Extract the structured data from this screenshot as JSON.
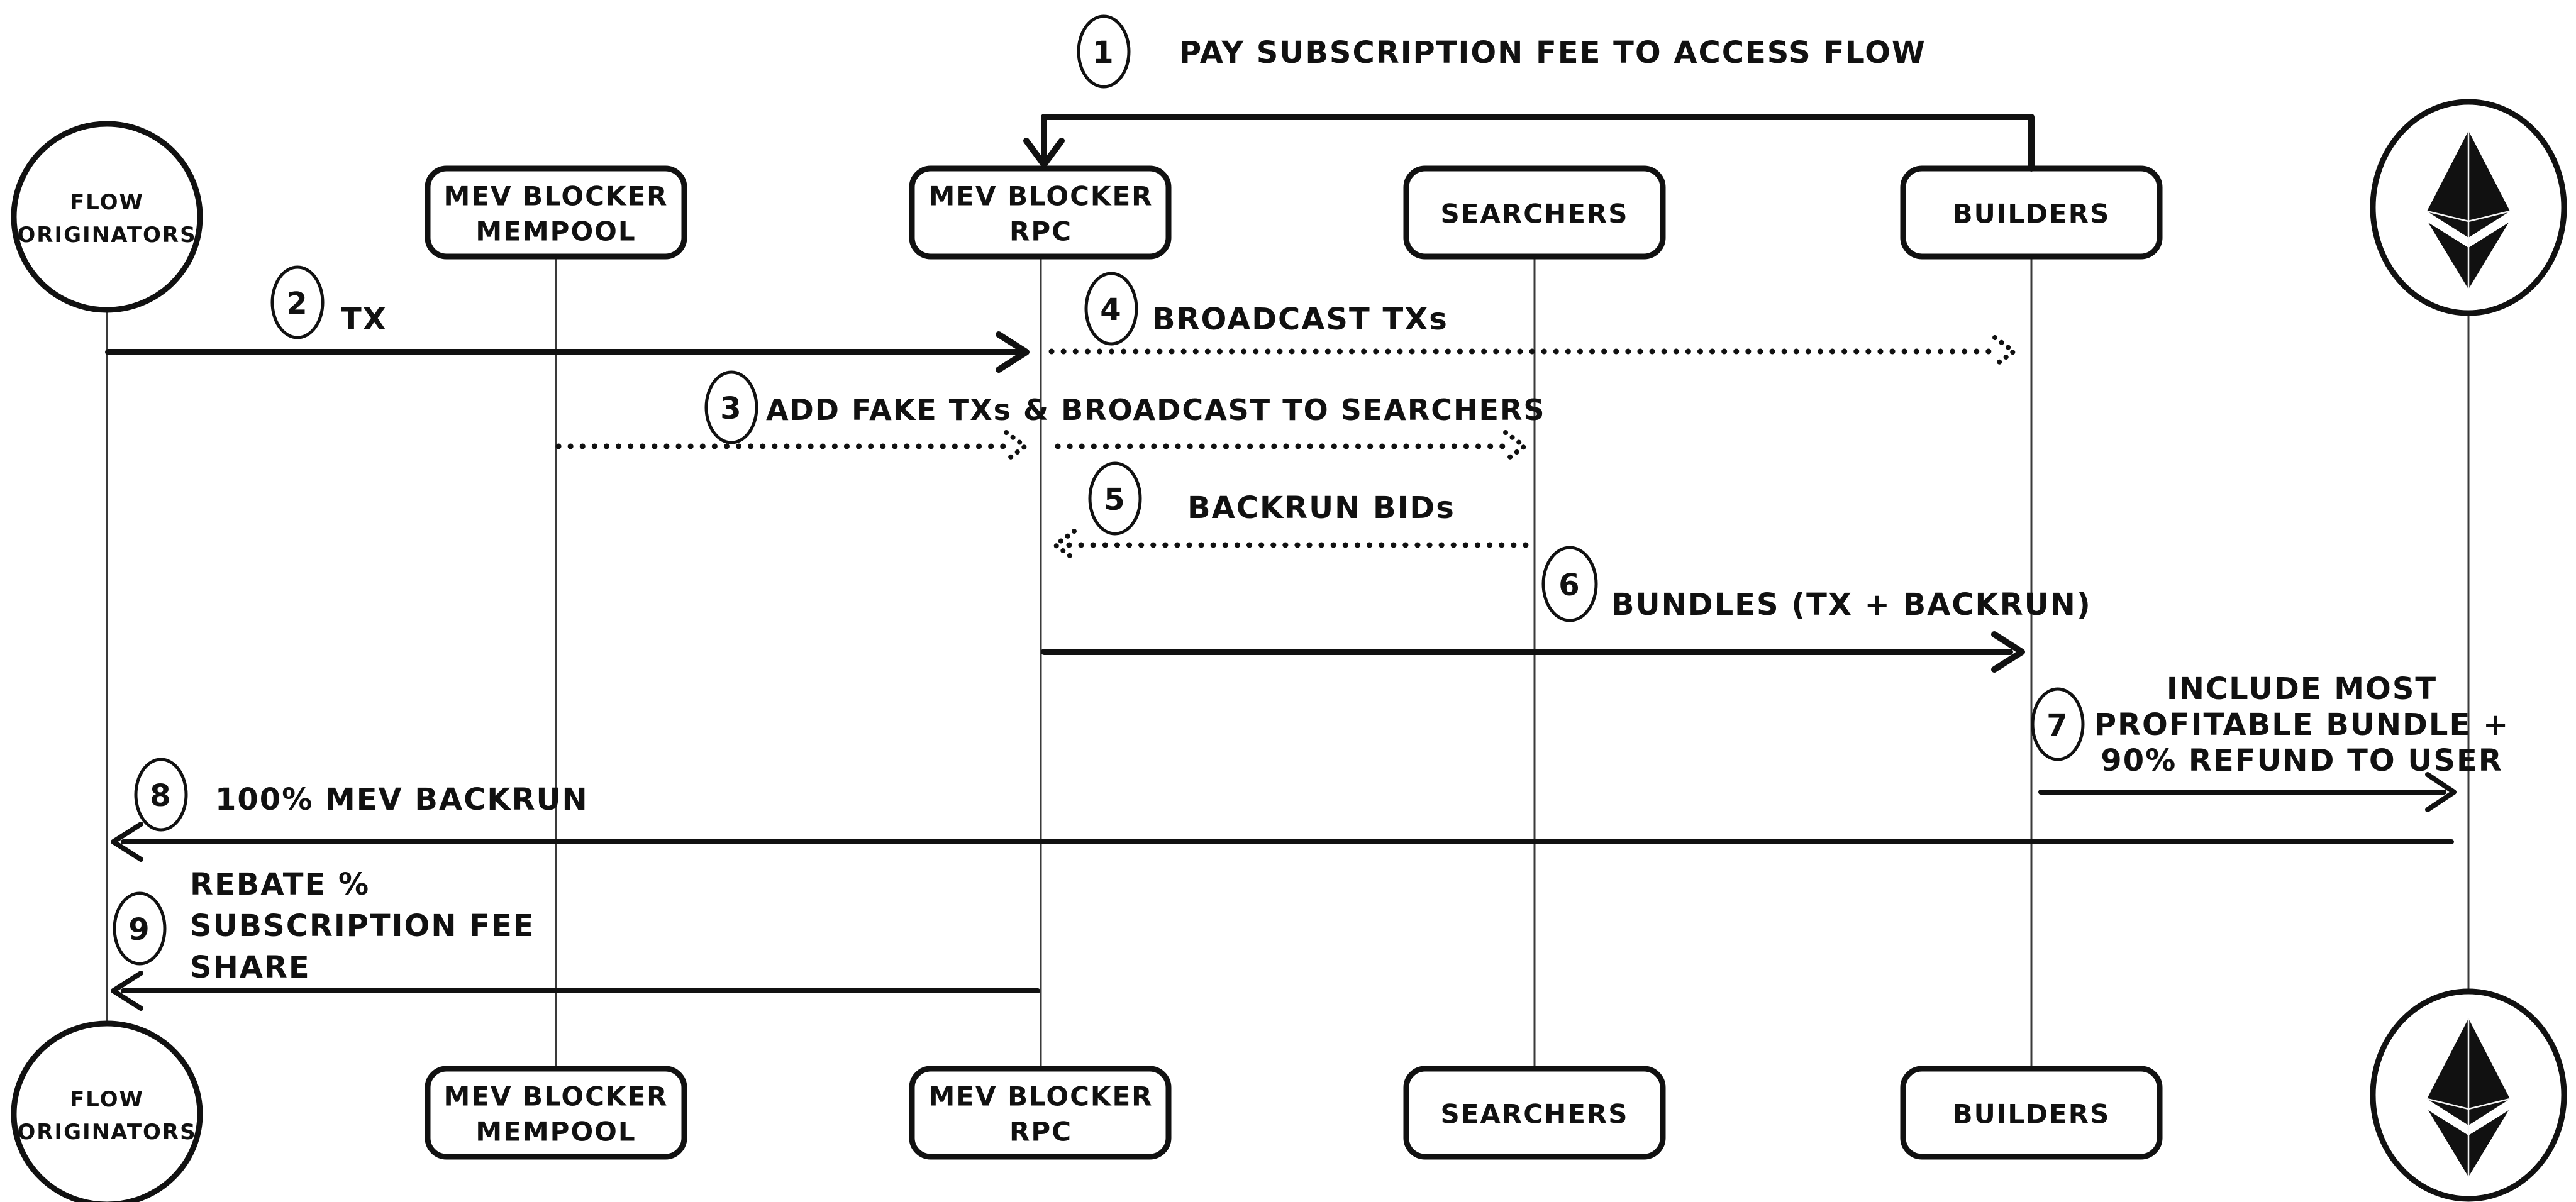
{
  "colors": {
    "ink": "#111111",
    "background": "#ffffff"
  },
  "actors": [
    {
      "id": "flow-originators",
      "shape": "circle",
      "lines": [
        "FLOW",
        "ORIGINATORS"
      ]
    },
    {
      "id": "mev-blocker-mempool",
      "shape": "rounded-rect",
      "lines": [
        "MEV BLOCKER",
        "MEMPOOL"
      ]
    },
    {
      "id": "mev-blocker-rpc",
      "shape": "rounded-rect",
      "lines": [
        "MEV BLOCKER",
        "RPC"
      ]
    },
    {
      "id": "searchers",
      "shape": "rounded-rect",
      "lines": [
        "SEARCHERS"
      ]
    },
    {
      "id": "builders",
      "shape": "rounded-rect",
      "lines": [
        "BUILDERS"
      ]
    },
    {
      "id": "ethereum",
      "shape": "ethereum-logo",
      "icon": "ethereum-logo"
    }
  ],
  "messages": [
    {
      "num": "1",
      "label": "PAY SUBSCRIPTION FEE TO ACCESS FLOW",
      "from": "builders",
      "to": "mev-blocker-rpc",
      "line": "solid"
    },
    {
      "num": "2",
      "label": "TX",
      "from": "flow-originators",
      "to": "mev-blocker-rpc",
      "line": "solid"
    },
    {
      "num": "3",
      "label": "ADD FAKE TXs & BROADCAST TO SEARCHERS",
      "from": "mev-blocker-mempool",
      "to": "searchers",
      "line": "dotted"
    },
    {
      "num": "4",
      "label": "BROADCAST TXs",
      "from": "mev-blocker-rpc",
      "to": "builders",
      "line": "dotted"
    },
    {
      "num": "5",
      "label": "BACKRUN BIDs",
      "from": "searchers",
      "to": "mev-blocker-rpc",
      "line": "dotted"
    },
    {
      "num": "6",
      "label": "BUNDLES (TX + BACKRUN)",
      "from": "mev-blocker-rpc",
      "to": "builders",
      "line": "solid"
    },
    {
      "num": "7",
      "label": "INCLUDE MOST PROFITABLE BUNDLE + 90% REFUND TO USER",
      "lines": [
        "INCLUDE MOST",
        "PROFITABLE BUNDLE +",
        "90% REFUND TO USER"
      ],
      "from": "builders",
      "to": "ethereum",
      "line": "solid"
    },
    {
      "num": "8",
      "label": "100% MEV BACKRUN",
      "from": "ethereum",
      "to": "flow-originators",
      "line": "solid"
    },
    {
      "num": "9",
      "label": "REBATE % SUBSCRIPTION FEE SHARE",
      "lines": [
        "REBATE %",
        "SUBSCRIPTION FEE",
        "SHARE"
      ],
      "from": "mev-blocker-rpc",
      "to": "flow-originators",
      "line": "solid"
    }
  ]
}
